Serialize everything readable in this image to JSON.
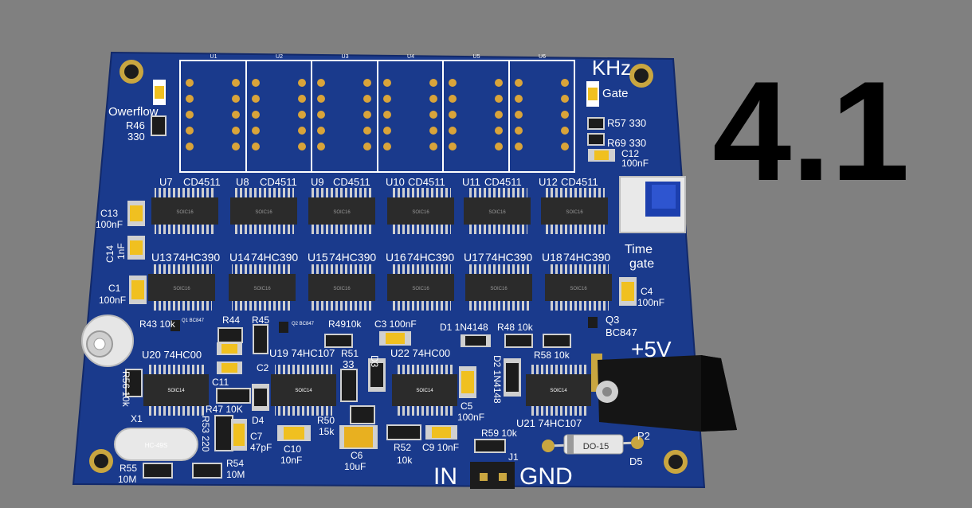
{
  "colors": {
    "background": "#808080",
    "board": "#1a3a8c",
    "board_dark": "#12296a",
    "silkscreen": "#ffffff",
    "chip": "#2b2b2b",
    "pin": "#cfcfcf",
    "pad_gold": "#d9a43a",
    "cap_yellow": "#f0c020",
    "headline": "#000000"
  },
  "headline": "4.1",
  "board_labels": {
    "khz": "KHz",
    "gate": "Gate",
    "overflow": "Owerflow",
    "plus5v": "+5V",
    "in": "IN",
    "gnd": "GND",
    "time": "Time",
    "gate2": "gate",
    "dip_body": "DO-15",
    "crystal_body": "HC-49S"
  },
  "display_labels": [
    "U1",
    "U2",
    "U3",
    "U4",
    "U5",
    "U6"
  ],
  "decoders": [
    {
      "ref": "U7",
      "part": "CD4511"
    },
    {
      "ref": "U8",
      "part": "CD4511"
    },
    {
      "ref": "U9",
      "part": "CD4511"
    },
    {
      "ref": "U10",
      "part": "CD4511"
    },
    {
      "ref": "U11",
      "part": "CD4511"
    },
    {
      "ref": "U12",
      "part": "CD4511"
    }
  ],
  "counters": [
    {
      "ref": "U13",
      "part": "74HC390"
    },
    {
      "ref": "U14",
      "part": "74HC390"
    },
    {
      "ref": "U15",
      "part": "74HC390"
    },
    {
      "ref": "U16",
      "part": "74HC390"
    },
    {
      "ref": "U17",
      "part": "74HC390"
    },
    {
      "ref": "U18",
      "part": "74HC390"
    }
  ],
  "package_soic16": "SOIC16",
  "package_soic14": "SOIC14",
  "components": {
    "r46": "R46",
    "r46v": "330",
    "r57": "R57 330",
    "r69": "R69 330",
    "c12": "C12",
    "c12v": "100nF",
    "c13": "C13",
    "c13v": "100nF",
    "c14": "C14",
    "c14v": "1nF",
    "c1": "C1",
    "c1v": "100nF",
    "c4": "C4",
    "c4v": "100nF",
    "r43": "R43 10k",
    "q1": "Q1 BC847",
    "r44": "R44",
    "r45": "R45",
    "q2": "Q2 BC847",
    "r49": "R4910k",
    "c3": "C3 100nF",
    "d1": "D1 1N4148",
    "r48": "R48 10k",
    "q3": "Q3",
    "q3v": "BC847",
    "u20": "U20 74HC00",
    "u19": "U19 74HC107",
    "r51": "R51",
    "d3": "D3",
    "u22": "U22 74HC00",
    "d2": "D2 1N4148",
    "r58": "R58 10k",
    "r56": "R56 10k",
    "c2": "C2",
    "c11": "C11",
    "r33": "33",
    "r47": "R47 10K",
    "d4": "D4",
    "c5": "C5",
    "c5v": "100nF",
    "u21": "U21 74HC107",
    "x1": "X1",
    "r53": "R53 220",
    "c7": "C7",
    "c7v": "47pF",
    "r50": "R50",
    "r50v": "15k",
    "c10": "C10",
    "c10v": "10nF",
    "c6": "C6",
    "c6v": "10uF",
    "r52": "R52",
    "r52v": "10k",
    "c9": "C9 10nF",
    "r59": "R59 10k",
    "j1": "J1",
    "p2": "P2",
    "d5": "D5",
    "r55": "R55",
    "r55v": "10M",
    "r54": "R54",
    "r54v": "10M"
  }
}
